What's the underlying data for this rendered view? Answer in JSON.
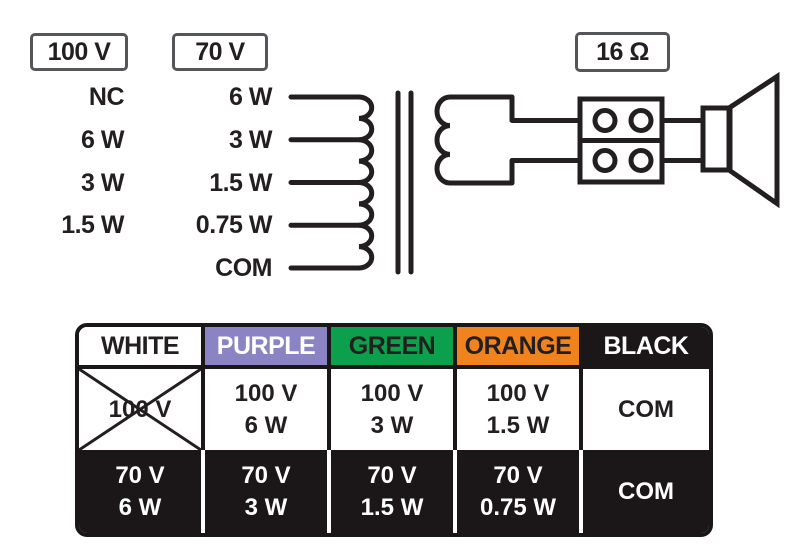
{
  "diagram": {
    "primary_100v": {
      "label": "100 V",
      "taps": [
        "NC",
        "6 W",
        "3 W",
        "1.5 W"
      ]
    },
    "primary_70v": {
      "label": "70 V",
      "taps": [
        "6 W",
        "3 W",
        "1.5 W",
        "0.75 W",
        "COM"
      ]
    },
    "impedance": {
      "label": "16 Ω"
    }
  },
  "table": {
    "headers": [
      {
        "label": "WHITE",
        "bg": "#ffffff",
        "fg": "#231f20"
      },
      {
        "label": "PURPLE",
        "bg": "#8a84c5",
        "fg": "#ffffff"
      },
      {
        "label": "GREEN",
        "bg": "#0da04c",
        "fg": "#231f20"
      },
      {
        "label": "ORANGE",
        "bg": "#f0831e",
        "fg": "#231f20"
      },
      {
        "label": "BLACK",
        "bg": "#1b1718",
        "fg": "#ffffff"
      }
    ],
    "row_100v": {
      "crossed_cell": "100 V",
      "purple": [
        "100 V",
        "6 W"
      ],
      "green": [
        "100 V",
        "3 W"
      ],
      "orange": [
        "100 V",
        "1.5 W"
      ],
      "black": "COM"
    },
    "row_70v": {
      "white": [
        "70 V",
        "6 W"
      ],
      "purple": [
        "70 V",
        "3 W"
      ],
      "green": [
        "70 V",
        "1.5 W"
      ],
      "orange": [
        "70 V",
        "0.75 W"
      ],
      "black": "COM"
    }
  },
  "colors": {
    "line": "#231f20",
    "tag_border": "#55565a",
    "purple": "#8a84c5",
    "green": "#0da04c",
    "orange": "#f0831e",
    "black_cell": "#1b1718"
  }
}
